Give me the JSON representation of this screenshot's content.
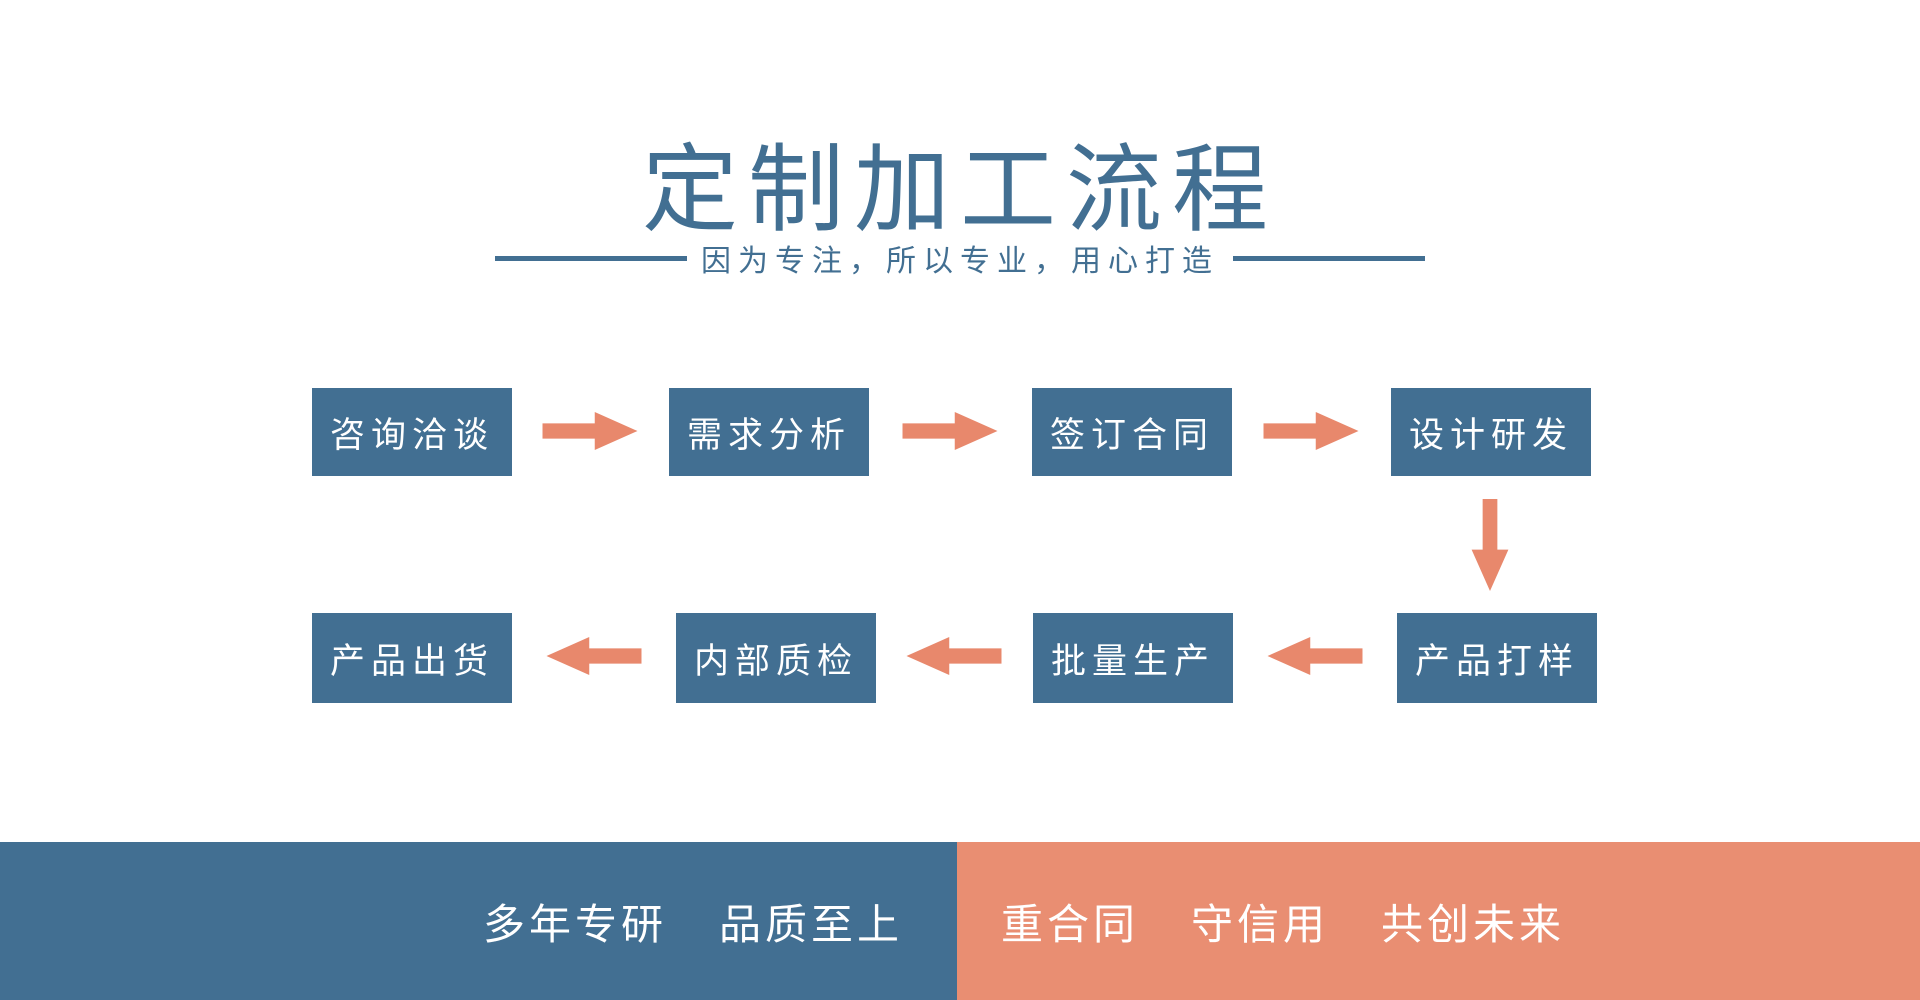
{
  "header": {
    "title": "定制加工流程",
    "subtitle": "因为专注，所以专业，用心打造"
  },
  "flow": {
    "row1": [
      {
        "label": "咨询洽谈"
      },
      {
        "label": "需求分析"
      },
      {
        "label": "签订合同"
      },
      {
        "label": "设计研发"
      }
    ],
    "row2": [
      {
        "label": "产品出货"
      },
      {
        "label": "内部质检"
      },
      {
        "label": "批量生产"
      },
      {
        "label": "产品打样"
      }
    ]
  },
  "footer": {
    "left_phrases": [
      "多年专研",
      "品质至上"
    ],
    "right_phrases": [
      "重合同",
      "守信用",
      "共创未来"
    ]
  },
  "colors": {
    "blue": "#426F92",
    "salmon": "#E8886C",
    "footer_salmon": "#E98E72",
    "text_on_dark": "#FFFFFF",
    "background": "#FFFFFF"
  }
}
